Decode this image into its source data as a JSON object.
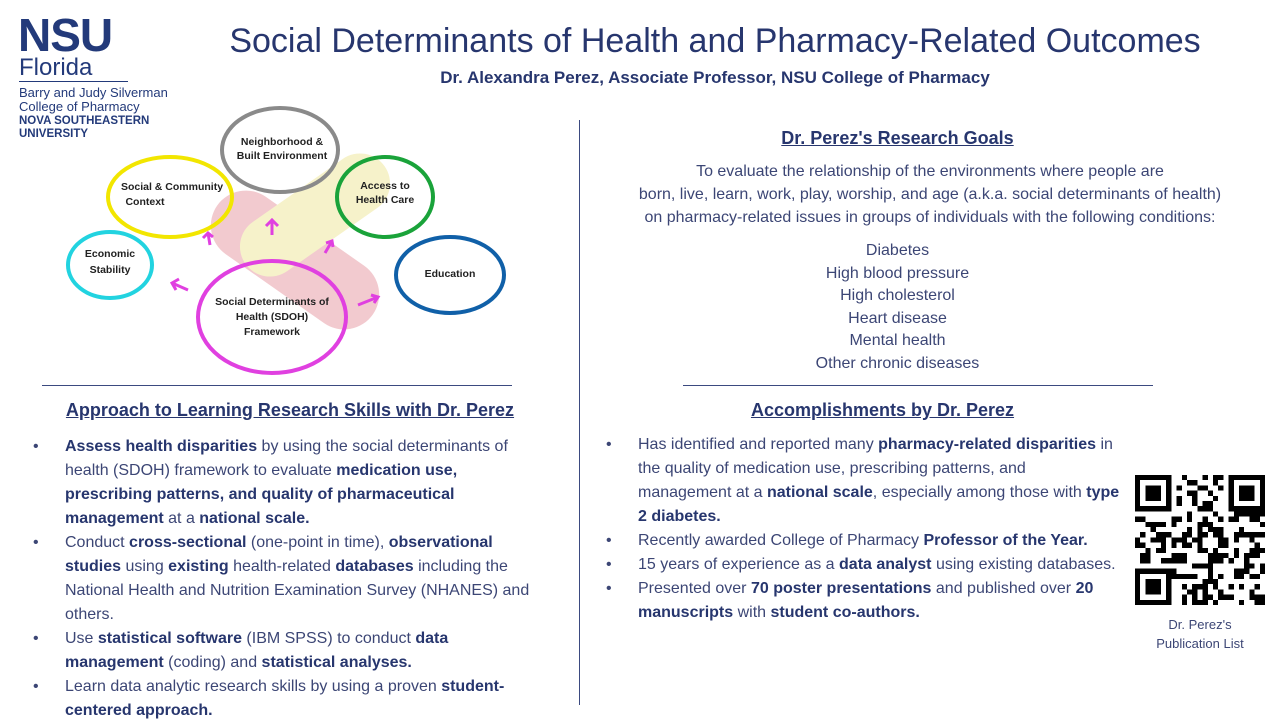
{
  "logo": {
    "nsu": "NSU",
    "florida": "Florida",
    "line1": "Barry and Judy Silverman",
    "line2": "College of Pharmacy",
    "line3": "NOVA SOUTHEASTERN",
    "line4": "UNIVERSITY"
  },
  "title": "Social Determinants of Health and Pharmacy-Related Outcomes",
  "subtitle": "Dr. Alexandra Perez, Associate Professor, NSU College of Pharmacy",
  "diagram": {
    "neighborhood1": "Neighborhood &",
    "neighborhood2": "Built Environment",
    "social1": "Social & Community",
    "social2": "Context",
    "access1": "Access to",
    "access2": "Health Care",
    "economic1": "Economic",
    "economic2": "Stability",
    "education": "Education",
    "sdoh1": "Social Determinants of",
    "sdoh2": "Health (SDOH)",
    "sdoh3": "Framework",
    "colors": {
      "neighborhood": "#8a8a8a",
      "social": "#f2e600",
      "access": "#1aa33a",
      "economic": "#22d3e0",
      "education": "#1060a8",
      "sdoh": "#e040e0"
    }
  },
  "goals": {
    "heading": "Dr. Perez's Research Goals",
    "intro1": "To evaluate the relationship of the environments where people are",
    "intro2": "born, live, learn, work, play, worship, and age (a.k.a. social determinants of health)",
    "intro3": "on pharmacy-related issues in groups of individuals with the following conditions:",
    "conditions": [
      "Diabetes",
      "High blood pressure",
      "High cholesterol",
      "Heart disease",
      "Mental health",
      "Other chronic diseases"
    ]
  },
  "approach": {
    "heading": "Approach to Learning Research Skills with Dr. Perez",
    "b1": [
      "Assess health disparities",
      " by using the social determinants of health (SDOH) framework to evaluate ",
      "medication use, prescribing patterns, and quality of pharmaceutical management",
      " at a ",
      "national scale."
    ],
    "b2": [
      "Conduct ",
      "cross-sectional",
      " (one-point in time), ",
      "observational studies",
      " using ",
      "existing",
      " health-related ",
      "databases",
      " including the National Health and Nutrition Examination Survey (NHANES) and others."
    ],
    "b3": [
      "Use ",
      "statistical software",
      " (IBM SPSS) to conduct ",
      "data management",
      " (coding) and ",
      "statistical analyses."
    ],
    "b4": [
      "Learn data analytic research skills by using a proven ",
      "student-centered approach."
    ]
  },
  "accomplishments": {
    "heading": "Accomplishments by Dr. Perez",
    "b1": [
      "Has identified and reported many ",
      "pharmacy-related disparities",
      " in the quality of medication use, prescribing patterns, and management at a ",
      "national scale",
      ", especially among those with ",
      "type 2 diabetes."
    ],
    "b2": [
      "Recently awarded College of Pharmacy ",
      "Professor of the Year."
    ],
    "b3": [
      "15 years of experience as a ",
      "data analyst",
      " using existing databases."
    ],
    "b4": [
      "Presented over ",
      "70 poster presentations",
      " and published over ",
      "20 manuscripts",
      " with ",
      "student co-authors."
    ]
  },
  "qr": {
    "caption1": "Dr. Perez's",
    "caption2": "Publication List"
  },
  "colors": {
    "navy": "#27366e",
    "text": "#3c4675"
  }
}
